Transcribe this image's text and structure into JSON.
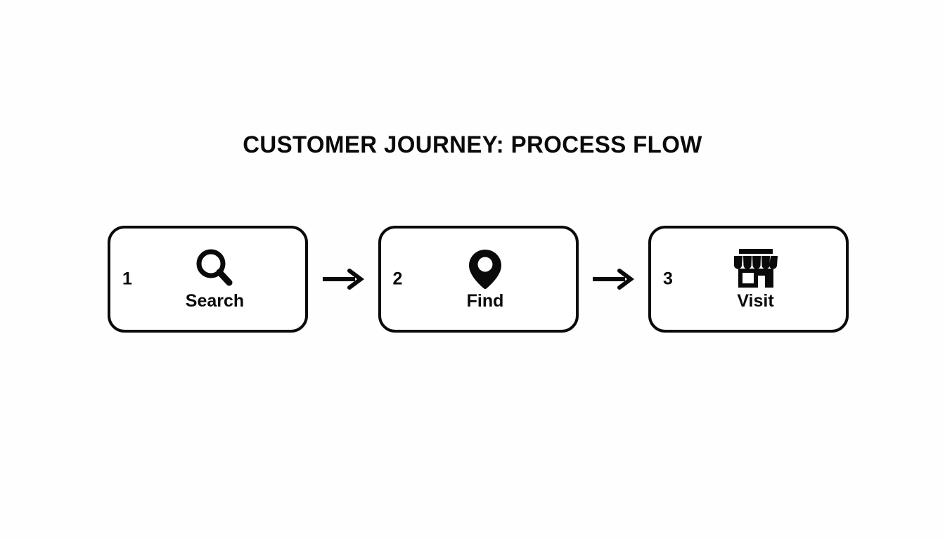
{
  "diagram": {
    "title": "CUSTOMER JOURNEY: PROCESS FLOW",
    "background_color": "#fefefe",
    "line_color": "#0a0a0a",
    "steps": [
      {
        "number": "1",
        "label": "Search",
        "icon": "magnifying-glass-icon"
      },
      {
        "number": "2",
        "label": "Find",
        "icon": "map-pin-icon"
      },
      {
        "number": "3",
        "label": "Visit",
        "icon": "storefront-icon"
      }
    ],
    "connectors": [
      {
        "icon": "arrow-right-icon"
      },
      {
        "icon": "arrow-right-icon"
      }
    ]
  }
}
